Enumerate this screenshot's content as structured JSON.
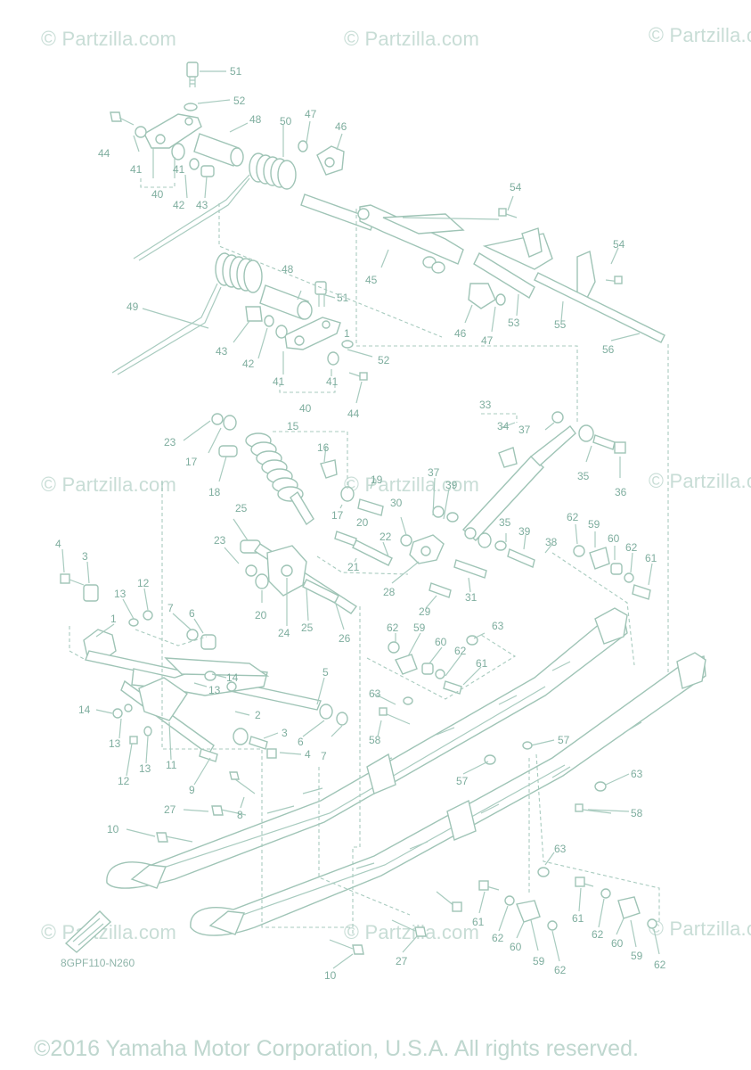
{
  "watermark": {
    "symbol": "©",
    "text": "Partzilla.com"
  },
  "copyright": "©2016 Yamaha Motor Corporation, U.S.A. All rights reserved.",
  "diagram_code": "8GPF110-N260",
  "palette": {
    "line": "#a8cbbf",
    "label": "#7fae9f",
    "watermark": "#c8ddd6"
  },
  "callouts": {
    "c51a": "51",
    "c52a": "52",
    "c48a": "48",
    "c50": "50",
    "c47a": "47",
    "c46a": "46",
    "c44a": "44",
    "c41a": "41",
    "c41b": "41",
    "c40a": "40",
    "c42a": "42",
    "c43a": "43",
    "c54a": "54",
    "c54b": "54",
    "c45": "45",
    "c46b": "46",
    "c47b": "47",
    "c53": "53",
    "c55": "55",
    "c56": "56",
    "c48b": "48",
    "c51b": "51",
    "c49": "49",
    "c43b": "43",
    "c42b": "42",
    "c41c": "41",
    "c41d": "41",
    "c40b": "40",
    "c52b": "52",
    "c44b": "44",
    "c1a": "1",
    "c33": "33",
    "c37a": "37",
    "c34": "34",
    "c35a": "35",
    "c36": "36",
    "c23a": "23",
    "c15": "15",
    "c16": "16",
    "c17a": "17",
    "c18": "18",
    "c19": "19",
    "c17b": "17",
    "c20a": "20",
    "c37b": "37",
    "c39a": "39",
    "c30": "30",
    "c25a": "25",
    "c35b": "35",
    "c39b": "39",
    "c38": "38",
    "c62a": "62",
    "c59a": "59",
    "c60a": "60",
    "c62b": "62",
    "c61a": "61",
    "c22": "22",
    "c21": "21",
    "c23b": "23",
    "c28": "28",
    "c31": "31",
    "c20b": "20",
    "c24": "24",
    "c25b": "25",
    "c26": "26",
    "c29": "29",
    "c4a": "4",
    "c3a": "3",
    "c13a": "13",
    "c12a": "12",
    "c7a": "7",
    "c6a": "6",
    "c1b": "1",
    "c62c": "62",
    "c59b": "59",
    "c60b": "60",
    "c62d": "62",
    "c63a": "63",
    "c61b": "61",
    "c14a": "14",
    "c13b": "13",
    "c5": "5",
    "c63b": "63",
    "c14b": "14",
    "c2": "2",
    "c13c": "13",
    "c3b": "3",
    "c6b": "6",
    "c58a": "58",
    "c57a": "57",
    "c57b": "57",
    "c4b": "4",
    "c7b": "7",
    "c13d": "13",
    "c11": "11",
    "c12b": "12",
    "c9": "9",
    "c63c": "63",
    "c27a": "27",
    "c8": "8",
    "c58b": "58",
    "c10a": "10",
    "c63d": "63",
    "c61c": "61",
    "c62e": "62",
    "c60c": "60",
    "c59c": "59",
    "c62f": "62",
    "c61d": "61",
    "c62g": "62",
    "c60d": "60",
    "c59d": "59",
    "c62h": "62",
    "c27b": "27",
    "c10b": "10"
  }
}
